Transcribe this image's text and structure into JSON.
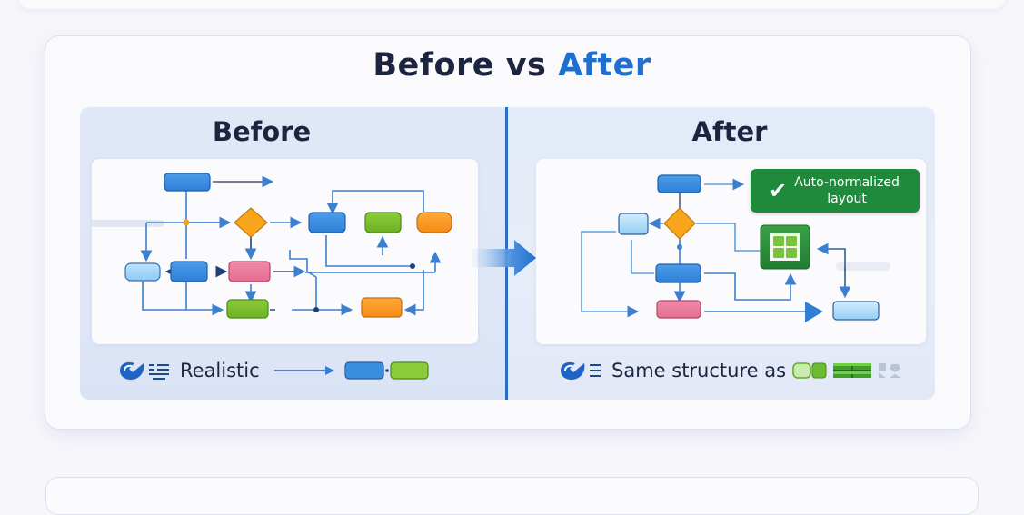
{
  "header": {
    "title_part1": "Before vs ",
    "title_accent": "After"
  },
  "panels": {
    "before": {
      "title": "Before",
      "footer_label": "Realistic",
      "footer_icon": "logo-check-list-icon"
    },
    "after": {
      "title": "After",
      "footer_label": "Same structure as",
      "footer_icon": "logo-check-menu-icon",
      "badge_label": "Auto-normalized layout",
      "badge_icon": "checkmark-icon"
    }
  },
  "colors": {
    "accent": "#1e6fd0",
    "title": "#1c2440",
    "node_blue": "#3b8de0",
    "node_light_blue": "#a9d6f5",
    "node_green": "#7cbf2e",
    "node_orange": "#f79a21",
    "node_pink": "#ea7a9a",
    "decision": "#f9a51c",
    "badge_green": "#1f8a3c",
    "connector": "#3a7fd0"
  }
}
